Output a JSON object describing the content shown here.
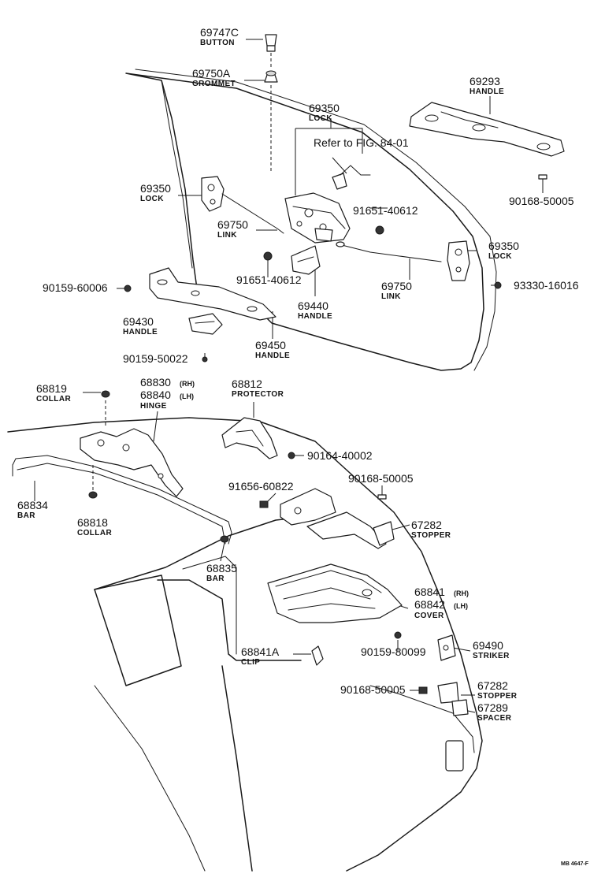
{
  "callouts": [
    {
      "id": "c01",
      "number": "69747C",
      "name": "BUTTON"
    },
    {
      "id": "c02",
      "number": "69750A",
      "name": "GROMMET"
    },
    {
      "id": "c03",
      "number": "69293",
      "name": "HANDLE"
    },
    {
      "id": "c04",
      "number": "69350",
      "name": "LOCK"
    },
    {
      "id": "c05",
      "number": "90168-50005",
      "name": ""
    },
    {
      "id": "c06",
      "number": "69350",
      "name": "LOCK"
    },
    {
      "id": "c07",
      "number": "91651-40612",
      "name": ""
    },
    {
      "id": "c08",
      "number": "69750",
      "name": "LINK"
    },
    {
      "id": "c09",
      "number": "69350",
      "name": "LOCK"
    },
    {
      "id": "c10",
      "number": "90159-60006",
      "name": ""
    },
    {
      "id": "c11",
      "number": "91651-40612",
      "name": ""
    },
    {
      "id": "c12",
      "number": "69750",
      "name": "LINK"
    },
    {
      "id": "c13",
      "number": "93330-16016",
      "name": ""
    },
    {
      "id": "c14",
      "number": "69440",
      "name": "HANDLE"
    },
    {
      "id": "c15",
      "number": "69430",
      "name": "HANDLE"
    },
    {
      "id": "c16",
      "number": "69450",
      "name": "HANDLE"
    },
    {
      "id": "c17",
      "number": "90159-50022",
      "name": ""
    },
    {
      "id": "c18",
      "number": "68819",
      "name": "COLLAR"
    },
    {
      "id": "c19",
      "number": "68812",
      "name": "PROTECTOR"
    },
    {
      "id": "c20",
      "number": "90164-40002",
      "name": ""
    },
    {
      "id": "c21",
      "number": "68834",
      "name": "BAR"
    },
    {
      "id": "c22",
      "number": "68818",
      "name": "COLLAR"
    },
    {
      "id": "c23",
      "number": "91656-60822",
      "name": ""
    },
    {
      "id": "c24",
      "number": "90168-50005",
      "name": ""
    },
    {
      "id": "c25",
      "number": "67282",
      "name": "STOPPER"
    },
    {
      "id": "c26",
      "number": "68835",
      "name": "BAR"
    },
    {
      "id": "c27",
      "number": "90159-80099",
      "name": ""
    },
    {
      "id": "c28",
      "number": "69490",
      "name": "STRIKER"
    },
    {
      "id": "c29",
      "number": "68841A",
      "name": "CLIP"
    },
    {
      "id": "c30",
      "number": "90168-50005",
      "name": ""
    },
    {
      "id": "c31",
      "number": "67282",
      "name": "STOPPER"
    },
    {
      "id": "c32",
      "number": "67289",
      "name": "SPACER"
    }
  ],
  "paired_callouts": [
    {
      "id": "p01",
      "number_a": "68830",
      "side_a": "(RH)",
      "number_b": "68840",
      "side_b": "(LH)",
      "name": "HINGE"
    },
    {
      "id": "p02",
      "number_a": "68841",
      "side_a": "(RH)",
      "number_b": "68842",
      "side_b": "(LH)",
      "name": "COVER"
    }
  ],
  "reference_note": "Refer to FIG. 84-01",
  "figure_code": "MB 4647-F"
}
